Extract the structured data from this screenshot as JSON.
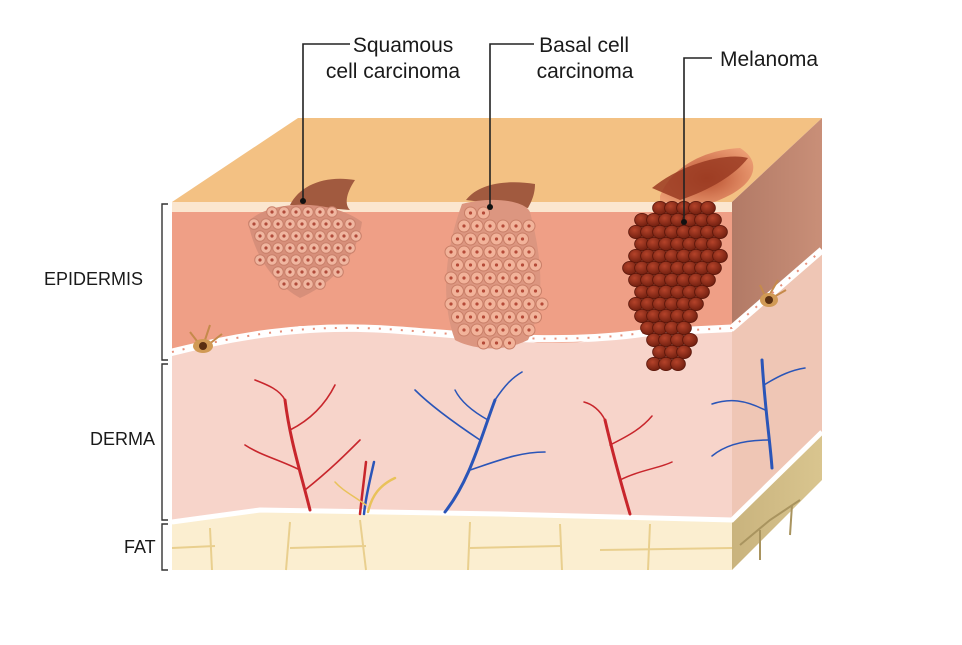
{
  "callouts": {
    "squamous": [
      "Squamous",
      "cell carcinoma"
    ],
    "basal": [
      "Basal cell",
      "carcinoma"
    ],
    "melanoma": [
      "Melanoma"
    ]
  },
  "layers": {
    "epidermis": "EPIDERMIS",
    "derma": "DERMA",
    "fat": "FAT"
  },
  "colors": {
    "surface": "#f3c183",
    "epidermis": "#ef9f86",
    "derma": "#f7d4ca",
    "fat": "#fbeed0",
    "artery": "#c8262c",
    "vein": "#2a55b8",
    "melanoma": "#8e2a17",
    "squamous_cell": "#f0b6a0",
    "basal_cell": "#f2b39a"
  }
}
